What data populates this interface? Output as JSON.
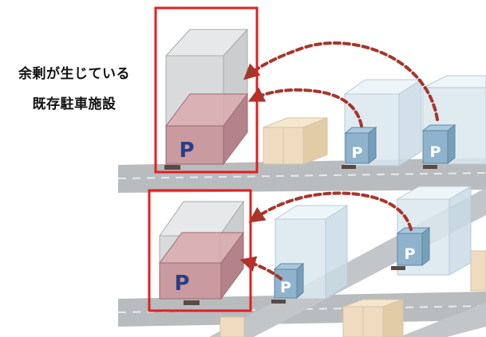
{
  "caption": {
    "line1": "余剰が生じている",
    "line2": "既存駐車施設"
  },
  "parking_marks": {
    "large": "P",
    "small": "P"
  },
  "colors": {
    "highlight_frame": "#e02020",
    "arrow": "#a5362c",
    "road": "#b9bcbe",
    "parking_fill": "#c99aa0",
    "building_blue": "#dbe8ef",
    "building_tan": "#efdcc0",
    "p_text": "#2a3e86"
  }
}
